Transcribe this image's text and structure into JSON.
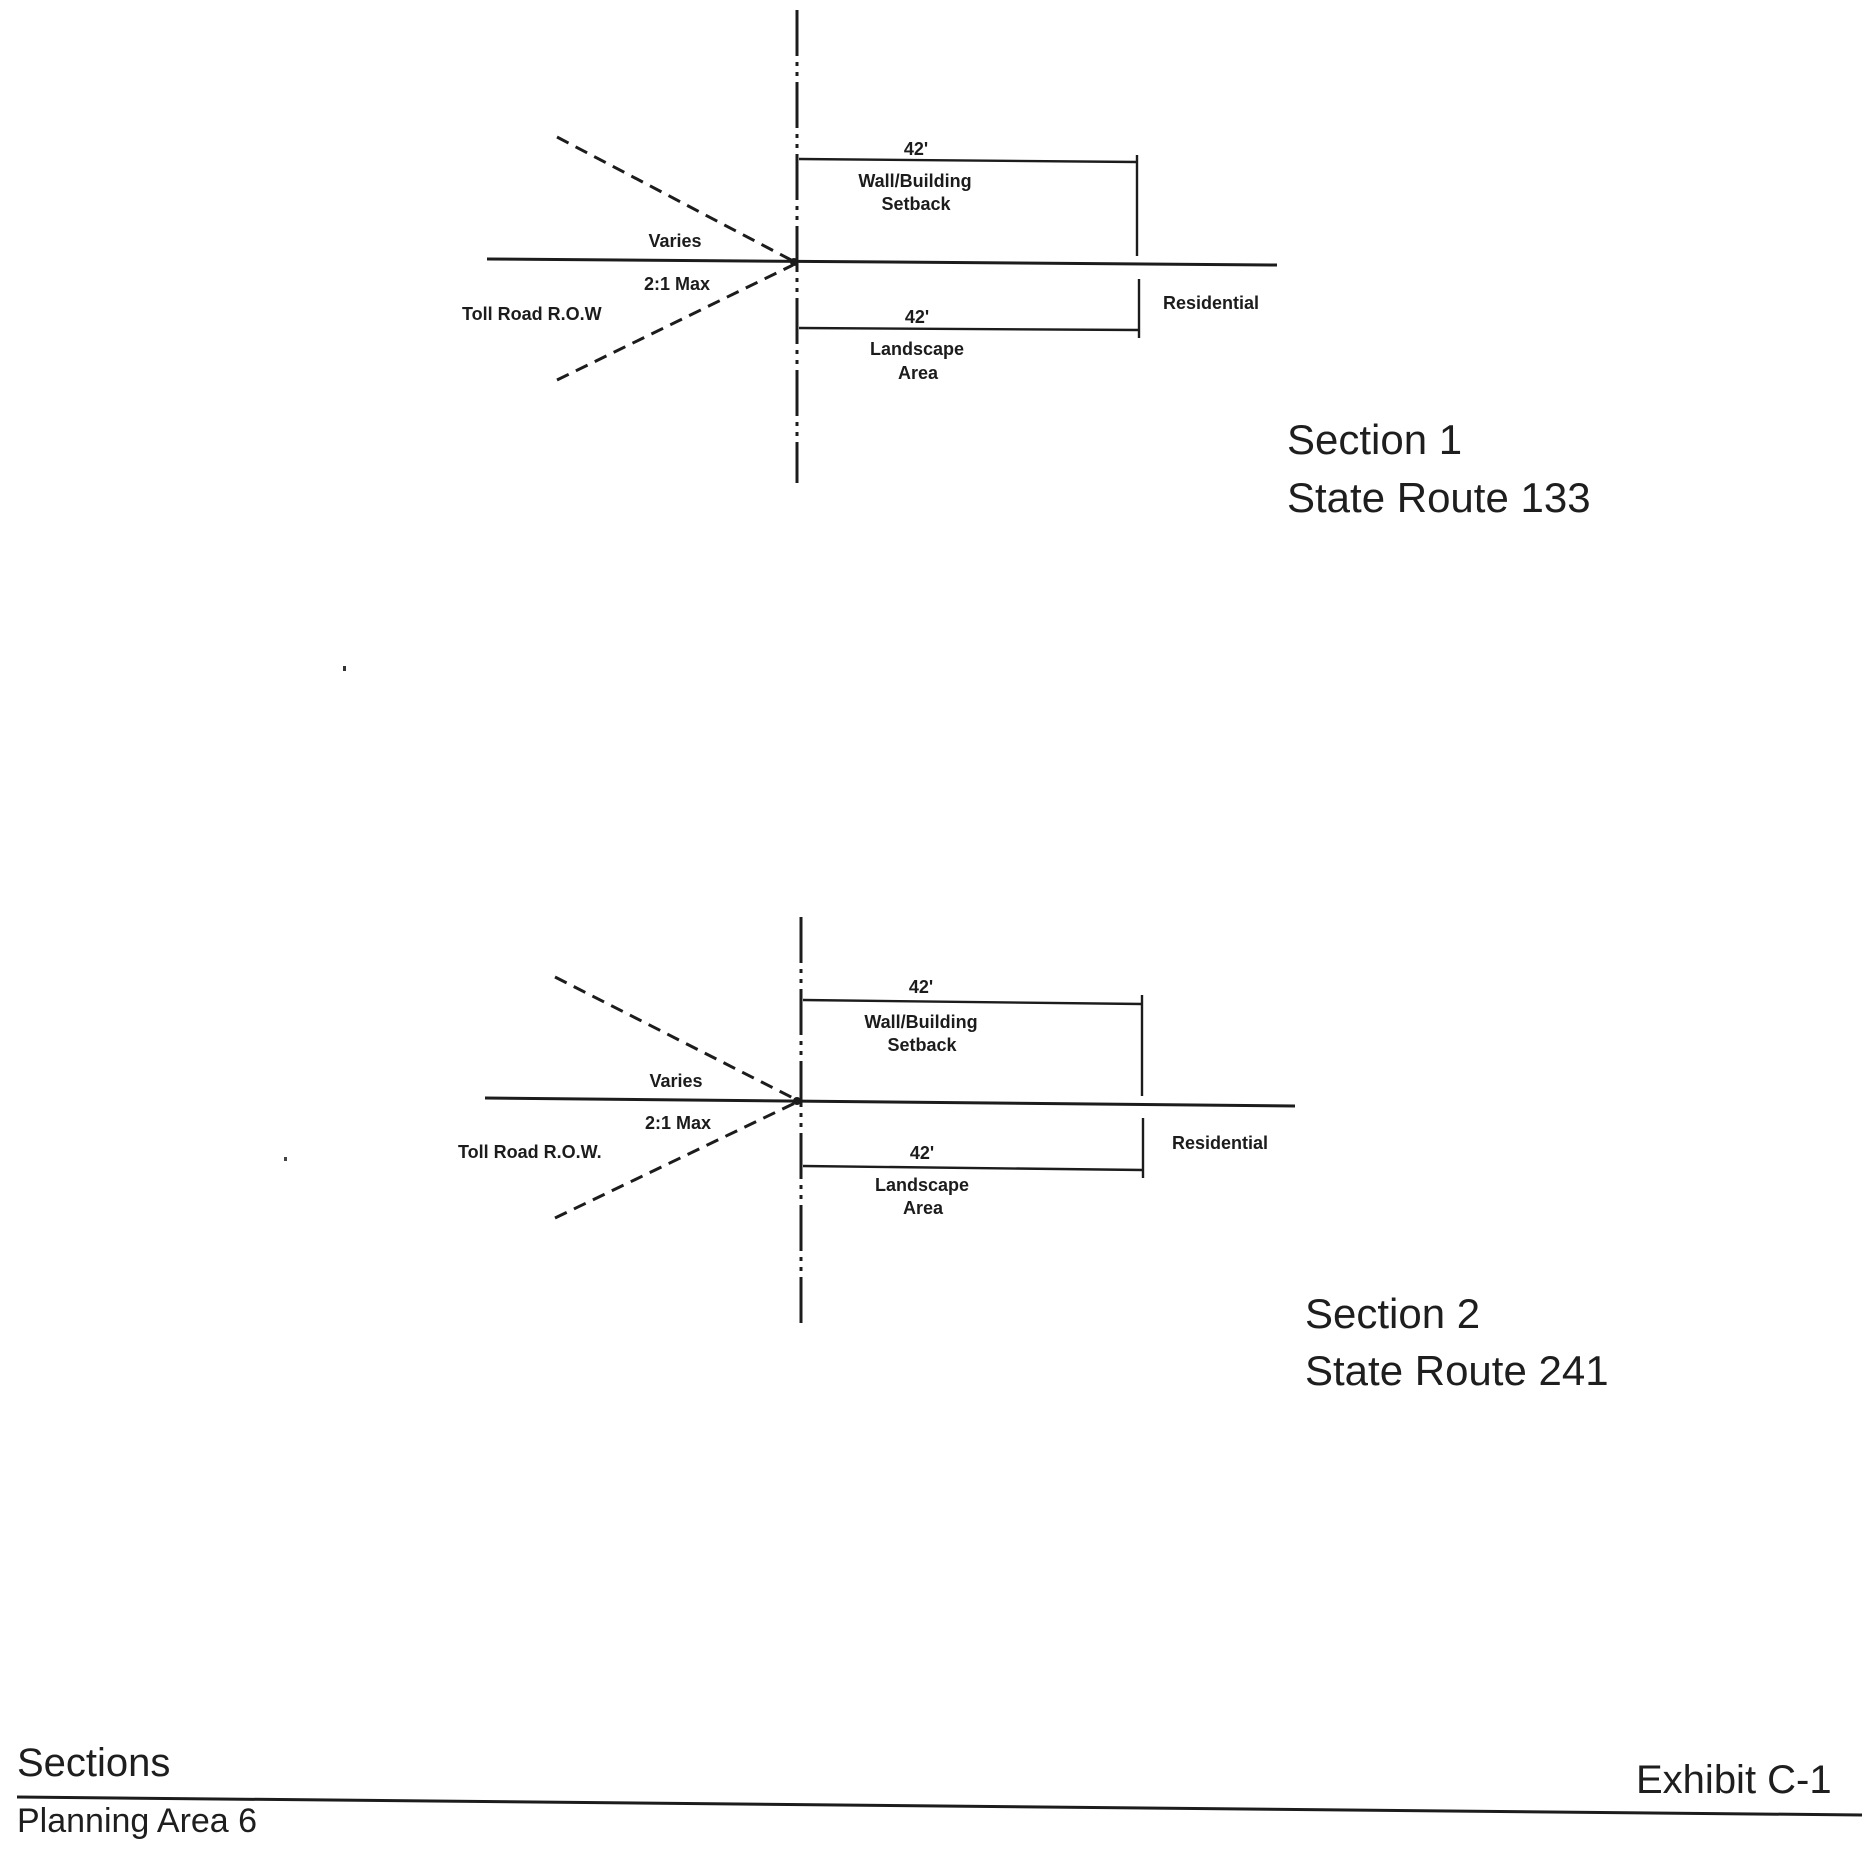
{
  "sections": [
    {
      "id": "section-1",
      "title": "Section 1",
      "route": "State Route 133",
      "labels": {
        "varies": "Varies",
        "slope": "2:1 Max",
        "toll_road": "Toll Road R.O.W",
        "setback_dim": "42'",
        "setback_line1": "Wall/Building",
        "setback_line2": "Setback",
        "landscape_dim": "42'",
        "landscape_line1": "Landscape",
        "landscape_line2": "Area",
        "residential": "Residential"
      }
    },
    {
      "id": "section-2",
      "title": "Section 2",
      "route": "State Route 241",
      "labels": {
        "varies": "Varies",
        "slope": "2:1 Max",
        "toll_road": "Toll Road R.O.W.",
        "setback_dim": "42'",
        "setback_line1": "Wall/Building",
        "setback_line2": "Setback",
        "landscape_dim": "42'",
        "landscape_line1": "Landscape",
        "landscape_line2": "Area",
        "residential": "Residential"
      }
    }
  ],
  "footer": {
    "title": "Sections",
    "subtitle": "Planning Area 6",
    "exhibit": "Exhibit C-1"
  }
}
